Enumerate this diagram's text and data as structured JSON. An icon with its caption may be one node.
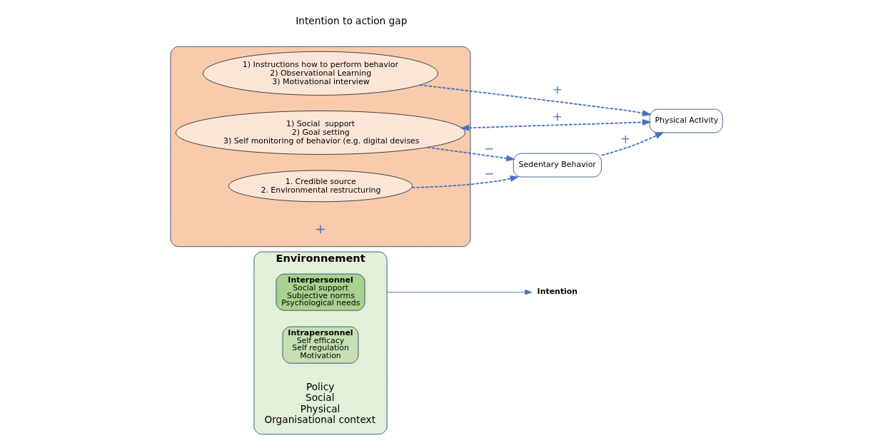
{
  "diagram": {
    "nodes": [
      {
        "text": [
          "Environnement",
          "Policy",
          "Social",
          "Physical",
          "Organisational context"
        ]
      },
      {
        "text": [
          "Interpersonnel",
          "Social support",
          "Subjective norms",
          "Psychological needs"
        ],
        "in": 0
      },
      {
        "text": [
          "Intrapersonnel",
          "Self efficacy",
          "Self regulation",
          "Motivation"
        ],
        "in": 0
      },
      {
        "text": [
          "Intention"
        ]
      },
      {
        "text": [],
        "shape": "box"
      },
      {
        "text": [
          "1) Instructions how to perform behavior",
          "2) Observational Learning",
          "3) Motivational interview"
        ],
        "in": 4
      },
      {
        "text": [
          "1) Social  support",
          "2) Goal setting",
          "3) Self monitoring of behavior (e.g. digital devises"
        ],
        "in": 4
      },
      {
        "text": [
          "1. Credible source",
          "2. Environmental restructuring"
        ],
        "in": 4
      },
      {
        "text": [
          "Physical Activity"
        ]
      },
      {
        "text": [
          "Sedentary Behavior"
        ]
      }
    ],
    "edges": [
      {
        "from": 0,
        "to": 3,
        "arrow": "to"
      },
      {
        "from": 5,
        "to": 8,
        "arrow": "to",
        "style": "dashed",
        "label": "+"
      },
      {
        "from": 6,
        "to": 8,
        "arrow": "both",
        "style": "dashed",
        "label": "+"
      },
      {
        "from": 6,
        "to": 9,
        "arrow": "to",
        "style": "dashed",
        "label": "−"
      },
      {
        "from": 9,
        "to": 8,
        "arrow": "to",
        "style": "dashed",
        "label": "+"
      },
      {
        "from": 7,
        "to": 9,
        "arrow": "to",
        "style": "dashed",
        "label": "−"
      }
    ],
    "labels": [
      "+"
    ],
    "legend": [
      {
        "text": "Intention to action gap"
      }
    ]
  }
}
